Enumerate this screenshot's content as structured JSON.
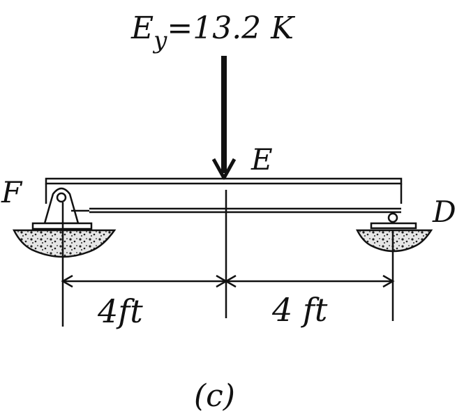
{
  "load": {
    "label": "E",
    "subscript": "y",
    "value_text": "=13.2 K"
  },
  "points": {
    "left": "F",
    "middle": "E",
    "right": "D"
  },
  "dimensions": {
    "left_span": "4ft",
    "right_span": "4 ft"
  },
  "caption": "(c)",
  "colors": {
    "ink": "#111111",
    "ground_fill": "#dcdcdc"
  }
}
